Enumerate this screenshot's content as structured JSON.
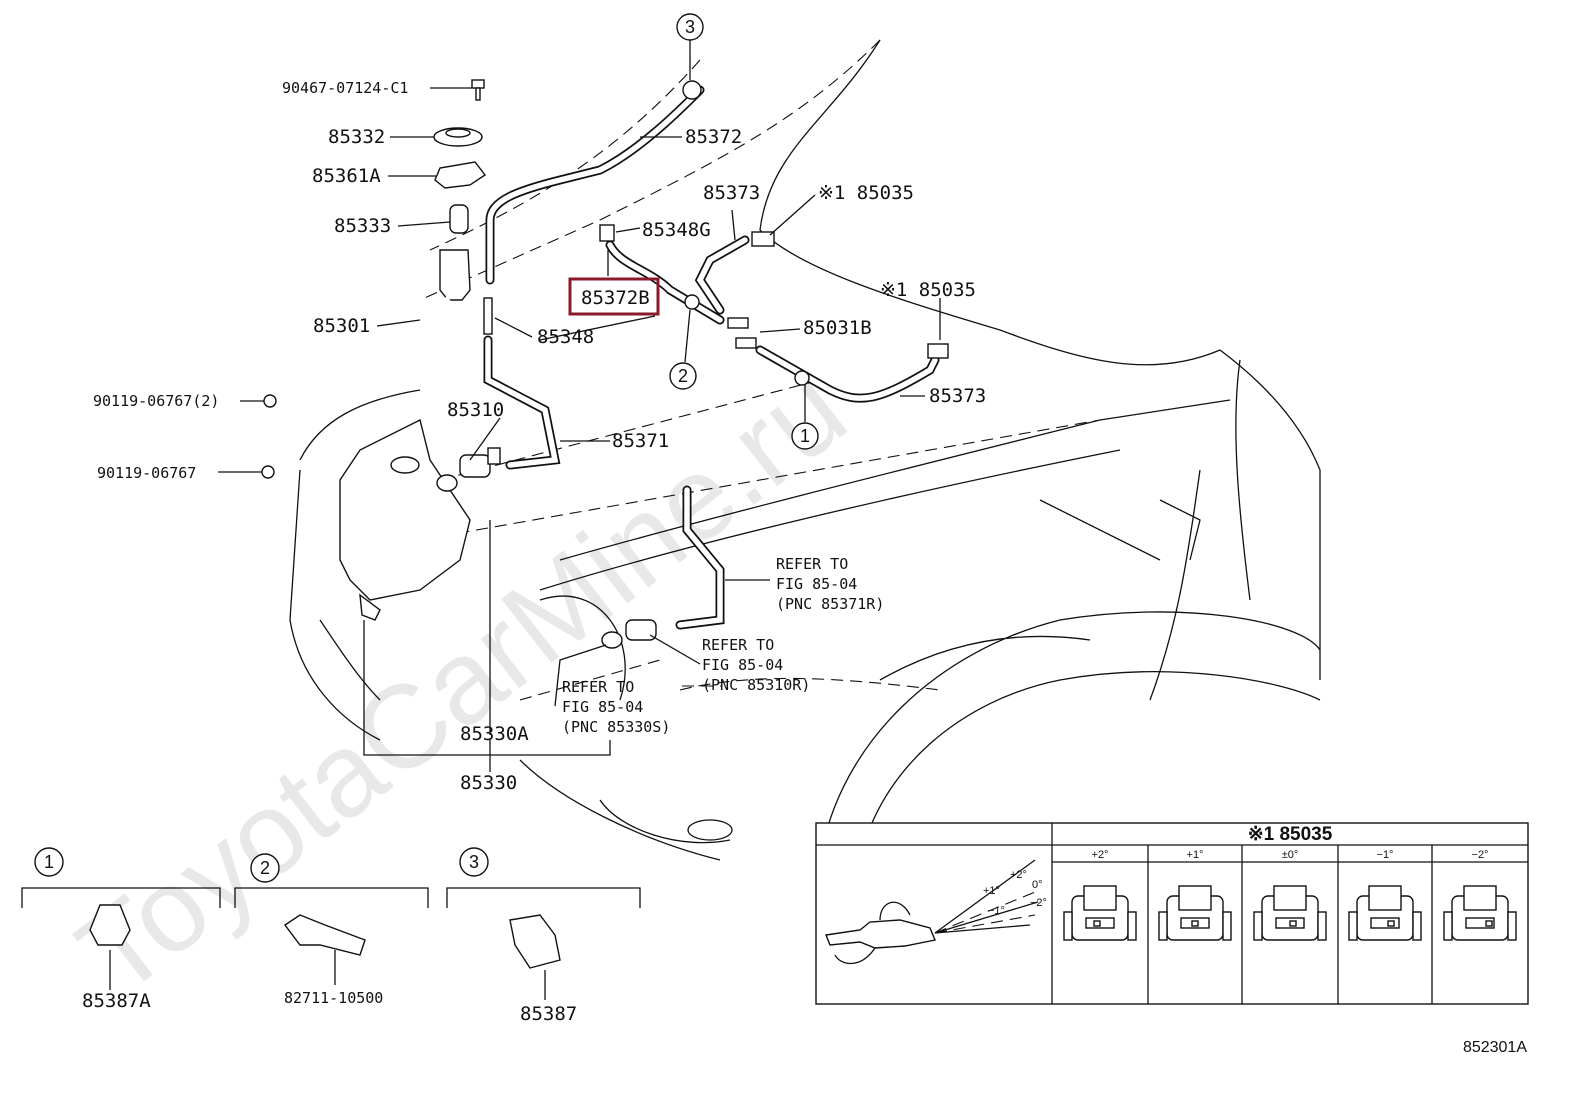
{
  "watermark": "ToyotaCarMine.ru",
  "figure_id": "852301A",
  "highlighted_part": "85372B",
  "parts": {
    "p90467": "90467-07124-C1",
    "p85332": "85332",
    "p85361A": "85361A",
    "p85333": "85333",
    "p85301": "85301",
    "p90119a": "90119-06767(2)",
    "p90119b": "90119-06767",
    "p85372": "85372",
    "p85348G": "85348G",
    "p85372B": "85372B",
    "p85348": "85348",
    "p85310": "85310",
    "p85371": "85371",
    "p85373a": "85373",
    "p85035a": "※1 85035",
    "p85035b": "※1 85035",
    "p85031B": "85031B",
    "p85373b": "85373",
    "p85330A": "85330A",
    "p85330": "85330",
    "p85387A": "85387A",
    "p82711": "82711-10500",
    "p85387": "85387"
  },
  "callouts": [
    "1",
    "2",
    "3"
  ],
  "references": {
    "r1": {
      "l1": "REFER TO",
      "l2": "FIG 85-04",
      "l3": "(PNC 85371R)"
    },
    "r2": {
      "l1": "REFER TO",
      "l2": "FIG 85-04",
      "l3": "(PNC 85310R)"
    },
    "r3": {
      "l1": "REFER TO",
      "l2": "FIG 85-04",
      "l3": "(PNC 85330S)"
    }
  },
  "nozzle_table": {
    "title": "※1 85035",
    "columns": [
      "+2°",
      "+1°",
      "±0°",
      "−1°",
      "−2°"
    ],
    "angle_labels": [
      "+2°",
      "+1°",
      "0°",
      "−1°",
      "−2°"
    ]
  }
}
